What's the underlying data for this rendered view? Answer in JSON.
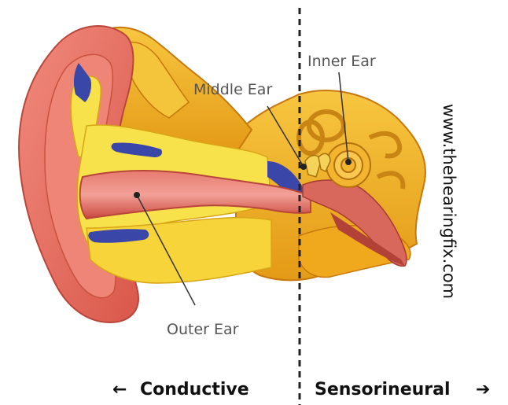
{
  "labels": {
    "inner_ear": "Inner Ear",
    "middle_ear": "Middle Ear",
    "outer_ear": "Outer Ear"
  },
  "bottom": {
    "left_arrow": "←",
    "left_label": "Conductive",
    "right_label": "Sensorineural",
    "right_arrow": "➔"
  },
  "website": "www.thehearingfix.com",
  "colors": {
    "skin": "#e9796d",
    "skin_dark": "#c94a3a",
    "canal": "#d65b55",
    "bone": "#f2b722",
    "bone_dark": "#d8860e",
    "cartilage": "#f7e24c",
    "blue": "#3a46a8",
    "line": "#333333"
  }
}
